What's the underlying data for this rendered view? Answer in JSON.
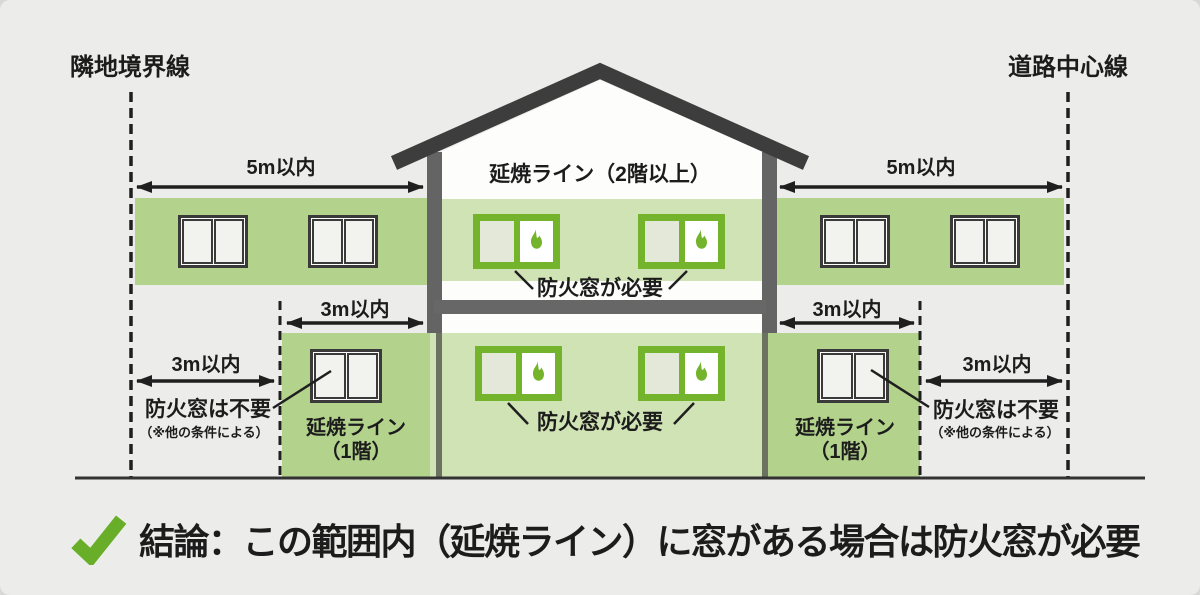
{
  "title_labels": {
    "boundary_left": "隣地境界線",
    "boundary_right": "道路中心線"
  },
  "measurements": {
    "within_5m": "5m以内",
    "within_3m": "3m以内"
  },
  "zones": {
    "line_2f": "延焼ライン（2階以上）",
    "line_1f_name": "延焼ライン",
    "line_1f_floor": "（1階）"
  },
  "windows": {
    "required": "防火窓が必要",
    "not_required": "防火窓は不要",
    "note": "（※他の条件による）"
  },
  "conclusion": {
    "text": "結論：この範囲内（延焼ライン）に窓がある場合は防火窓が必要"
  },
  "colors": {
    "background": "#ecedea",
    "band_outer": "#b3d28c",
    "band_inner": "#d0e3b4",
    "accent_green": "#74b42d",
    "check_green": "#68ae28",
    "roof": "#3d3d3d",
    "wall": "#646464",
    "line": "#1f1f1f",
    "text": "#1c1c1c"
  }
}
